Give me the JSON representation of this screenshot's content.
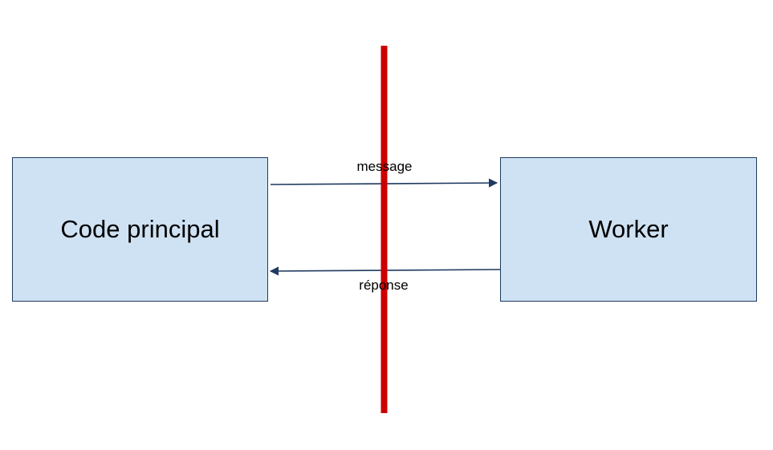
{
  "diagram": {
    "main_box": {
      "label": "Code principal"
    },
    "worker_box": {
      "label": "Worker"
    },
    "message_arrow": {
      "label": "message"
    },
    "response_arrow": {
      "label": "réponse"
    }
  },
  "colors": {
    "box_fill": "#cfe2f3",
    "box_border": "#1f3a5f",
    "arrow": "#1f3a5f",
    "separator": "#cc0000"
  }
}
